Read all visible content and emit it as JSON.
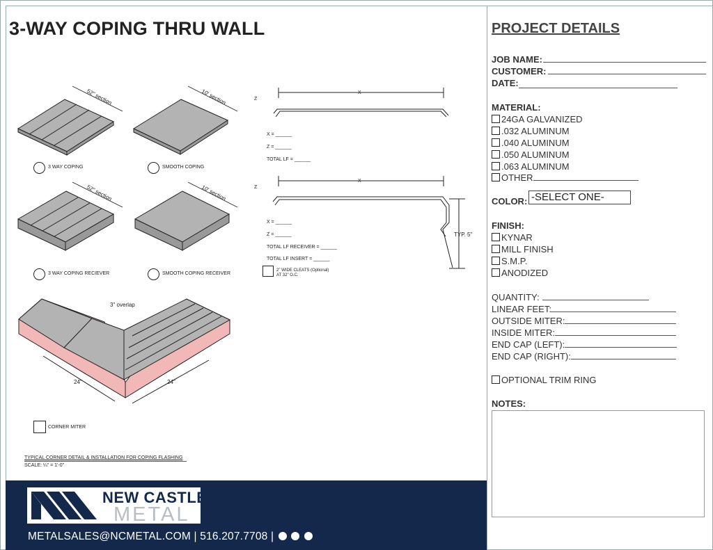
{
  "title": "3-WAY COPING THRU WALL",
  "project": {
    "heading": "PROJECT DETAILS",
    "job_name": "JOB NAME:",
    "customer": "CUSTOMER:",
    "date": "DATE:",
    "material_label": "MATERIAL:",
    "materials": [
      "24GA GALVANIZED",
      ".032 ALUMINUM",
      ".040 ALUMINUM",
      ".050 ALUMINUM",
      ".063 ALUMINUM",
      "OTHER"
    ],
    "color_label": "COLOR:",
    "color_value": "-SELECT ONE-",
    "finish_label": "FINISH:",
    "finishes": [
      "KYNAR",
      "MILL FINISH",
      "S.M.P.",
      "ANODIZED"
    ],
    "quantity": "QUANTITY:",
    "linear_feet": "LINEAR FEET:",
    "outside_miter": "OUTSIDE MITER:",
    "inside_miter": "INSIDE MITER:",
    "end_cap_left": "END CAP (LEFT):",
    "end_cap_right": "END CAP (RIGHT):",
    "trim_ring": "OPTIONAL TRIM RING",
    "notes_label": "NOTES:"
  },
  "drawings": {
    "sec52": "52\" section",
    "sec10": "10' section",
    "opt_3way": "3 WAY COPING",
    "opt_smooth": "SMOOTH COPING",
    "opt_3way_rcv": "3 WAY COPING RECIEVER",
    "opt_smooth_rcv": "SMOOTH COPING RECEIVER",
    "x": "X",
    "z": "Z",
    "x_eq": "X = ______",
    "z_eq": "Z = ______",
    "total_lf": "TOTAL LF = ______",
    "total_lf_receiver": "TOTAL LF RECEIVER = ______",
    "total_lf_insert": "TOTAL LF INSERT = ______",
    "typ5": "TYP. 5\"",
    "cleats": "2\" WIDE CLEATS (Optional)",
    "cleats2": "AT 32\" O.C.",
    "overlap": "3\" overlap",
    "dim24a": "24\"",
    "dim24b": "24\"",
    "corner_miter": "CORNER MITER",
    "typical": "TYPICAL CORNER DETAIL & INSTALLATION FOR COPING FLASHING",
    "scale": "SCALE: ¼\" = 1'-0\""
  },
  "footer": {
    "brand1": "NEW CASTLE",
    "brand2": "METAL",
    "contact": "METALSALES@NCMETAL.COM | 516.207.7708 |"
  },
  "colors": {
    "navy": "#13284a",
    "brick": "#f2b8b8",
    "metal": "#b3b3b3"
  }
}
